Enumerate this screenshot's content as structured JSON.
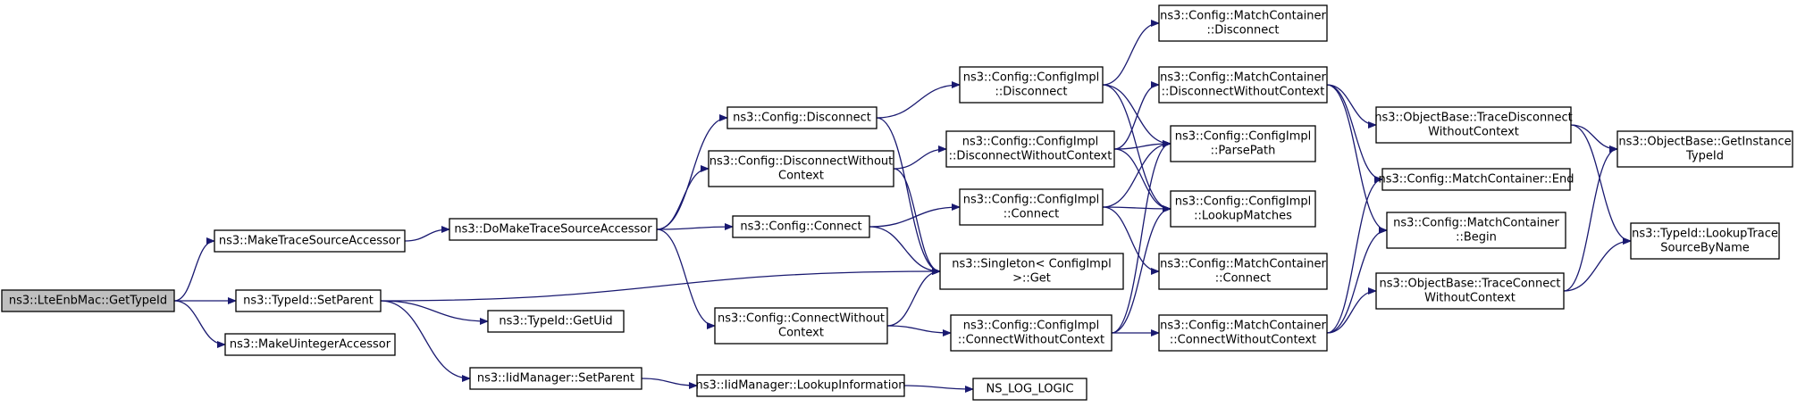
{
  "nodes": [
    {
      "id": "root",
      "lines": [
        "ns3::LteEnbMac::GetTypeId"
      ]
    },
    {
      "id": "mtsa",
      "lines": [
        "ns3::MakeTraceSourceAccessor"
      ]
    },
    {
      "id": "setparent",
      "lines": [
        "ns3::TypeId::SetParent"
      ]
    },
    {
      "id": "mua",
      "lines": [
        "ns3::MakeUintegerAccessor"
      ]
    },
    {
      "id": "dmtsa",
      "lines": [
        "ns3::DoMakeTraceSourceAccessor"
      ]
    },
    {
      "id": "getuid",
      "lines": [
        "ns3::TypeId::GetUid"
      ]
    },
    {
      "id": "iidsetparent",
      "lines": [
        "ns3::IidManager::SetParent"
      ]
    },
    {
      "id": "cfgdisc",
      "lines": [
        "ns3::Config::Disconnect"
      ]
    },
    {
      "id": "cfgdiscwc",
      "lines": [
        "ns3::Config::DisconnectWithout",
        "Context"
      ]
    },
    {
      "id": "cfgconn",
      "lines": [
        "ns3::Config::Connect"
      ]
    },
    {
      "id": "cfgconnwc",
      "lines": [
        "ns3::Config::ConnectWithout",
        "Context"
      ]
    },
    {
      "id": "iidlookup",
      "lines": [
        "ns3::IidManager::LookupInformation"
      ]
    },
    {
      "id": "impldisc",
      "lines": [
        "ns3::Config::ConfigImpl",
        "::Disconnect"
      ]
    },
    {
      "id": "impldiscwc",
      "lines": [
        "ns3::Config::ConfigImpl",
        "::DisconnectWithoutContext"
      ]
    },
    {
      "id": "implconn",
      "lines": [
        "ns3::Config::ConfigImpl",
        "::Connect"
      ]
    },
    {
      "id": "singleton",
      "lines": [
        "ns3::Singleton< ConfigImpl",
        ">::Get"
      ]
    },
    {
      "id": "implconnwc",
      "lines": [
        "ns3::Config::ConfigImpl",
        "::ConnectWithoutContext"
      ]
    },
    {
      "id": "nslog",
      "lines": [
        "NS_LOG_LOGIC"
      ]
    },
    {
      "id": "mcdisc",
      "lines": [
        "ns3::Config::MatchContainer",
        "::Disconnect"
      ]
    },
    {
      "id": "mcdiscwc",
      "lines": [
        "ns3::Config::MatchContainer",
        "::DisconnectWithoutContext"
      ]
    },
    {
      "id": "parsepath",
      "lines": [
        "ns3::Config::ConfigImpl",
        "::ParsePath"
      ]
    },
    {
      "id": "lookupmatches",
      "lines": [
        "ns3::Config::ConfigImpl",
        "::LookupMatches"
      ]
    },
    {
      "id": "mcconn",
      "lines": [
        "ns3::Config::MatchContainer",
        "::Connect"
      ]
    },
    {
      "id": "mcconnwc",
      "lines": [
        "ns3::Config::MatchContainer",
        "::ConnectWithoutContext"
      ]
    },
    {
      "id": "obtdwc",
      "lines": [
        "ns3::ObjectBase::TraceDisconnect",
        "WithoutContext"
      ]
    },
    {
      "id": "mcend",
      "lines": [
        "ns3::Config::MatchContainer::End"
      ]
    },
    {
      "id": "mcbegin",
      "lines": [
        "ns3::Config::MatchContainer",
        "::Begin"
      ]
    },
    {
      "id": "obtcwc",
      "lines": [
        "ns3::ObjectBase::TraceConnect",
        "WithoutContext"
      ]
    },
    {
      "id": "obgit",
      "lines": [
        "ns3::ObjectBase::GetInstance",
        "TypeId"
      ]
    },
    {
      "id": "tilts",
      "lines": [
        "ns3::TypeId::LookupTrace",
        "SourceByName"
      ]
    }
  ],
  "edges": [
    [
      "root",
      "mtsa"
    ],
    [
      "root",
      "setparent"
    ],
    [
      "root",
      "mua"
    ],
    [
      "mtsa",
      "dmtsa"
    ],
    [
      "setparent",
      "getuid"
    ],
    [
      "setparent",
      "iidsetparent"
    ],
    [
      "setparent",
      "singleton"
    ],
    [
      "dmtsa",
      "cfgdisc"
    ],
    [
      "dmtsa",
      "cfgdiscwc"
    ],
    [
      "dmtsa",
      "cfgconn"
    ],
    [
      "dmtsa",
      "cfgconnwc"
    ],
    [
      "iidsetparent",
      "iidlookup"
    ],
    [
      "iidlookup",
      "nslog"
    ],
    [
      "cfgdisc",
      "impldisc"
    ],
    [
      "cfgdisc",
      "singleton"
    ],
    [
      "cfgdiscwc",
      "impldiscwc"
    ],
    [
      "cfgdiscwc",
      "singleton"
    ],
    [
      "cfgconn",
      "implconn"
    ],
    [
      "cfgconn",
      "singleton"
    ],
    [
      "cfgconnwc",
      "implconnwc"
    ],
    [
      "cfgconnwc",
      "singleton"
    ],
    [
      "impldisc",
      "mcdisc"
    ],
    [
      "impldisc",
      "parsepath"
    ],
    [
      "impldisc",
      "lookupmatches"
    ],
    [
      "impldiscwc",
      "mcdiscwc"
    ],
    [
      "impldiscwc",
      "parsepath"
    ],
    [
      "impldiscwc",
      "lookupmatches"
    ],
    [
      "implconn",
      "parsepath"
    ],
    [
      "implconn",
      "lookupmatches"
    ],
    [
      "implconn",
      "mcconn"
    ],
    [
      "implconnwc",
      "parsepath"
    ],
    [
      "implconnwc",
      "lookupmatches"
    ],
    [
      "implconnwc",
      "mcconnwc"
    ],
    [
      "mcdiscwc",
      "obtdwc"
    ],
    [
      "mcdiscwc",
      "mcend"
    ],
    [
      "mcdiscwc",
      "mcbegin"
    ],
    [
      "mcconnwc",
      "mcend"
    ],
    [
      "mcconnwc",
      "mcbegin"
    ],
    [
      "mcconnwc",
      "obtcwc"
    ],
    [
      "obtdwc",
      "obgit"
    ],
    [
      "obtdwc",
      "tilts"
    ],
    [
      "obtcwc",
      "obgit"
    ],
    [
      "obtcwc",
      "tilts"
    ]
  ]
}
